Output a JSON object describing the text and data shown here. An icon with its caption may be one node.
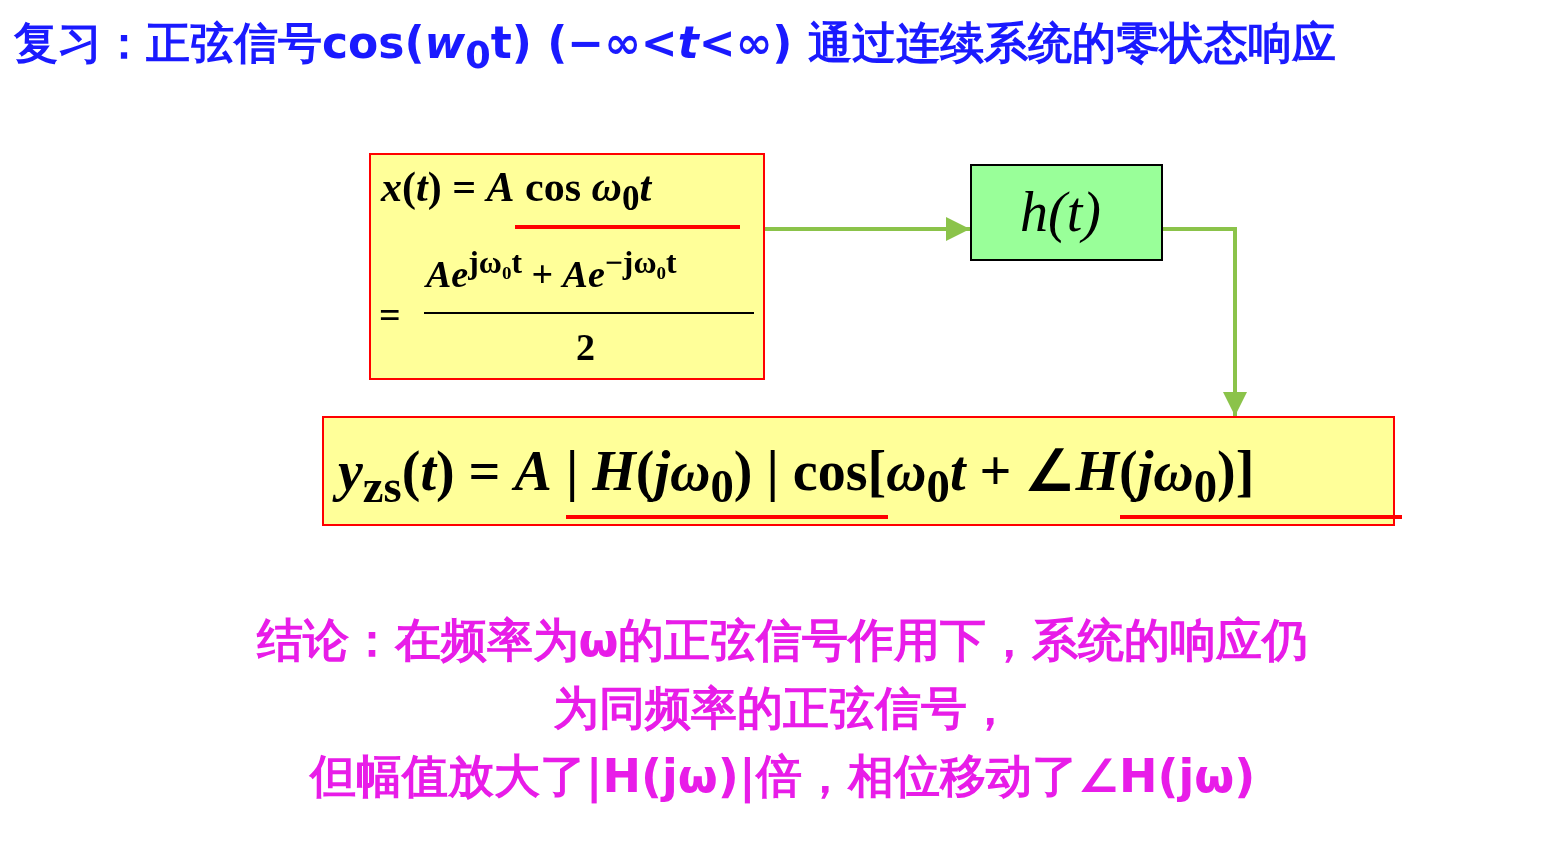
{
  "diagram": {
    "title": "复习：正弦信号cos(*w*$_{0}$t) (−∞<*t*<∞) 通过连续系统的零状态响应",
    "nodes": [
      {
        "text": [
          "*x*(*t*) = *A* cos *ω*$_{0}$*t*",
          "=",
          "*Ae*$^{jω₀t}$ + *Ae*$^{−jω₀t}$",
          "2"
        ]
      },
      {
        "text": [
          "h(t)"
        ]
      },
      {
        "text": [
          "*y*$_{zs}$(*t*) = *A* | *H*(*jω*$_{0}$) | cos[*ω*$_{0}$*t* + ∠*H*(*jω*$_{0}$)]"
        ]
      }
    ],
    "edges": [
      {
        "from": 0,
        "to": 1,
        "arrow": "to"
      },
      {
        "from": 1,
        "to": 2,
        "arrow": "to"
      }
    ],
    "labels": [
      "结论：在频率为ω的正弦信号作用下，系统的响应仍",
      "为同频率的正弦信号，",
      "但幅值放大了|H(jω)|倍，相位移动了∠H(jω)"
    ]
  }
}
